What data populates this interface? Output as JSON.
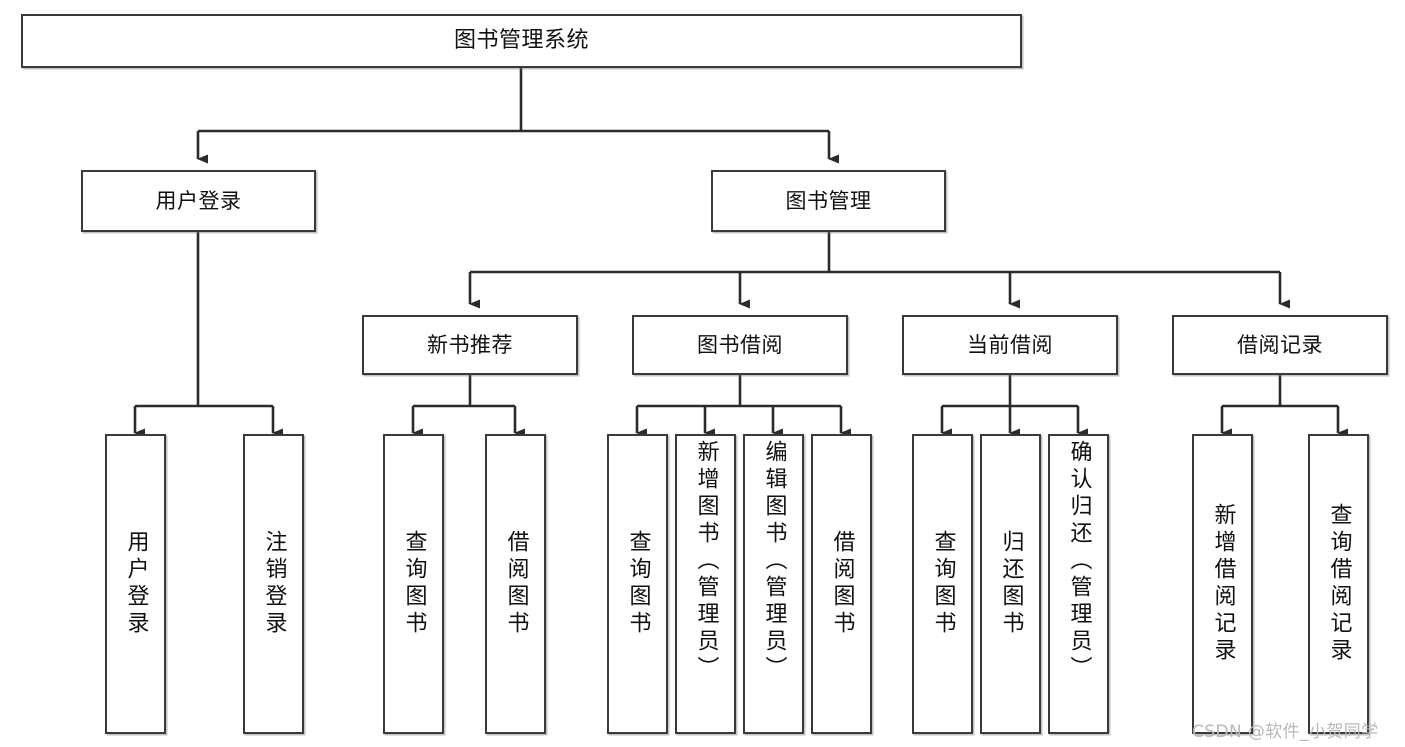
{
  "diagram": {
    "type": "tree-hierarchy",
    "title": "图书管理系统",
    "watermark": "CSDN @软件_小贺同学",
    "colors": {
      "box_border": "#3a3a3a",
      "box_fill": "#ffffff",
      "connector": "#2b2b2b",
      "watermark": "#b8b8b8",
      "background": "#ffffff"
    },
    "nodes": {
      "root": {
        "label": "图书管理系统",
        "level": 1
      },
      "l2": [
        {
          "id": "user-login",
          "label": "用户登录",
          "level": 2
        },
        {
          "id": "book-manage",
          "label": "图书管理",
          "level": 2
        }
      ],
      "l3": [
        {
          "id": "new-book-recommend",
          "label": "新书推荐",
          "level": 3,
          "parent": "book-manage"
        },
        {
          "id": "book-borrow",
          "label": "图书借阅",
          "level": 3,
          "parent": "book-manage"
        },
        {
          "id": "current-borrow",
          "label": "当前借阅",
          "level": 3,
          "parent": "book-manage"
        },
        {
          "id": "borrow-record",
          "label": "借阅记录",
          "level": 3,
          "parent": "book-manage"
        }
      ],
      "leaves": [
        {
          "id": "leaf-user-login",
          "label": "用户登录",
          "parent": "user-login"
        },
        {
          "id": "leaf-user-logout",
          "label": "注销登录",
          "parent": "user-login"
        },
        {
          "id": "leaf-query-book-1",
          "label": "查询图书",
          "parent": "new-book-recommend"
        },
        {
          "id": "leaf-borrow-book-1",
          "label": "借阅图书",
          "parent": "new-book-recommend"
        },
        {
          "id": "leaf-query-book-2",
          "label": "查询图书",
          "parent": "book-borrow"
        },
        {
          "id": "leaf-add-book",
          "label": "新增图书（管理员）",
          "parent": "book-borrow"
        },
        {
          "id": "leaf-edit-book",
          "label": "编辑图书（管理员）",
          "parent": "book-borrow"
        },
        {
          "id": "leaf-borrow-book-2",
          "label": "借阅图书",
          "parent": "book-borrow"
        },
        {
          "id": "leaf-query-book-3",
          "label": "查询图书",
          "parent": "current-borrow"
        },
        {
          "id": "leaf-return-book",
          "label": "归还图书",
          "parent": "current-borrow"
        },
        {
          "id": "leaf-confirm-return",
          "label": "确认归还（管理员）",
          "parent": "current-borrow"
        },
        {
          "id": "leaf-add-record",
          "label": "新增借阅记录",
          "parent": "borrow-record"
        },
        {
          "id": "leaf-query-record",
          "label": "查询借阅记录",
          "parent": "borrow-record"
        }
      ]
    }
  }
}
